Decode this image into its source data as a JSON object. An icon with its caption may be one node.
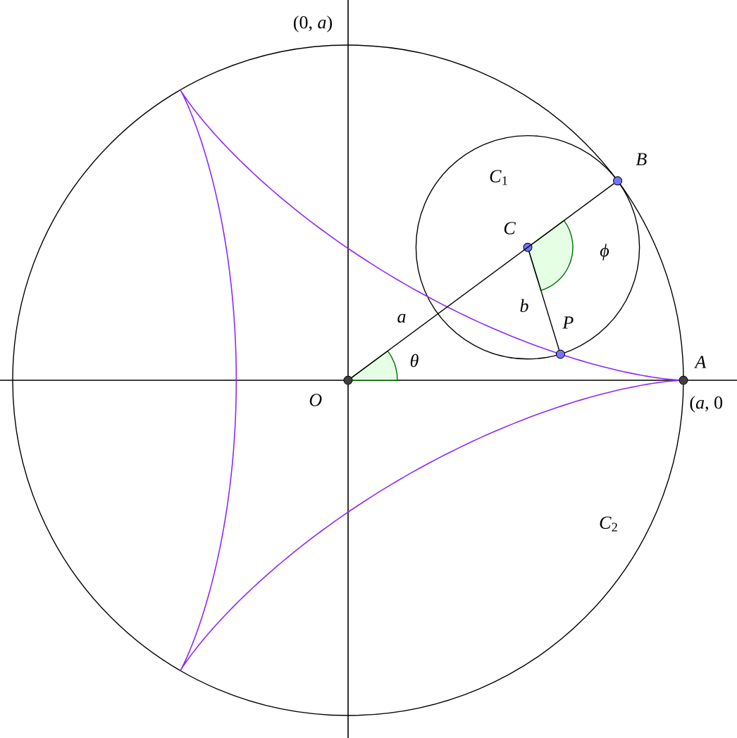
{
  "diagram": {
    "nodes": [
      {
        "text": [],
        "shape": "circle",
        "beside": [
          "*O*"
        ]
      },
      {
        "text": [],
        "shape": "circle",
        "beside": [
          "*A*",
          "(*a*, 0"
        ]
      },
      {
        "text": [],
        "shape": "circle",
        "beside": [
          "*B*"
        ]
      },
      {
        "text": [],
        "shape": "circle",
        "beside": [
          "*C*"
        ]
      },
      {
        "text": [],
        "shape": "circle",
        "beside": [
          "*P*"
        ]
      }
    ],
    "edges": [
      {
        "from": 0,
        "to": 2,
        "arrow": "none",
        "label": "*a*"
      },
      {
        "from": 3,
        "to": 4,
        "arrow": "none",
        "label": "*b*"
      }
    ],
    "labels": [
      "(0, *a*)",
      "*C*$_{1}$",
      "*C*$_{2}$",
      "*θ*",
      "*ϕ*"
    ]
  }
}
